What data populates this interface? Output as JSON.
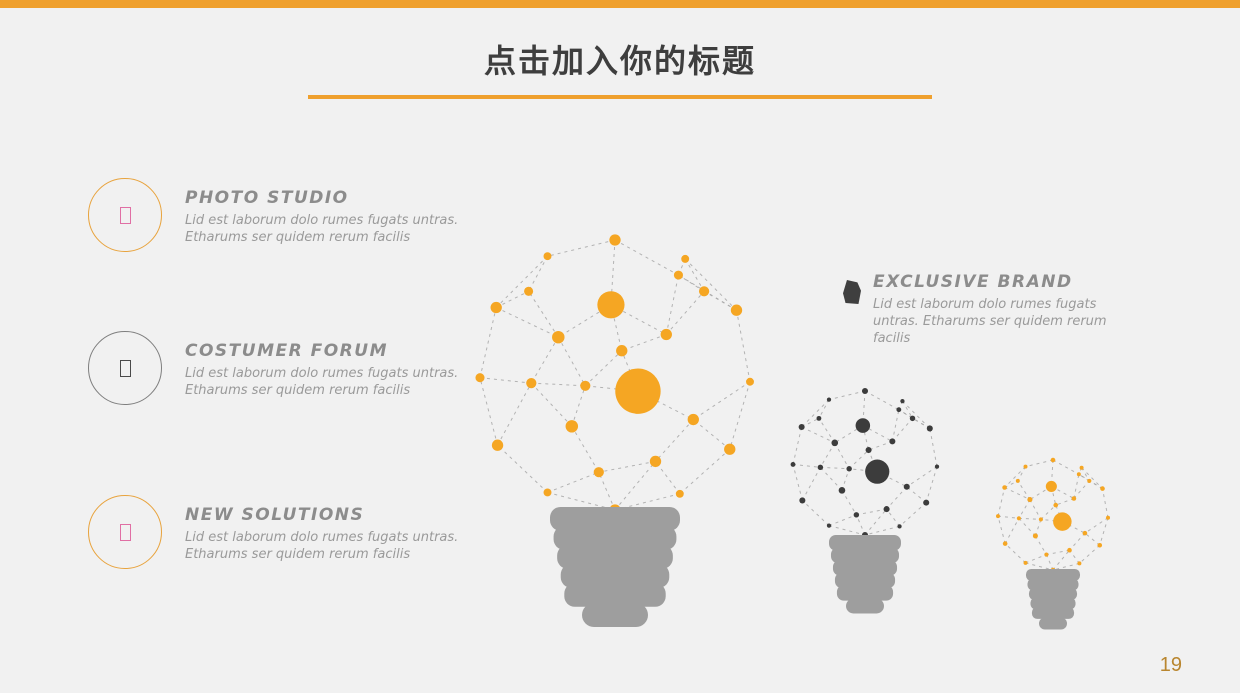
{
  "slide": {
    "title": "点击加入你的标题",
    "page_number": "19"
  },
  "features": [
    {
      "heading": "PHOTO STUDIO",
      "body": "Lid est laborum dolo rumes fugats untras. Etharums ser quidem rerum facilis"
    },
    {
      "heading": "COSTUMER FORUM",
      "body": "Lid est laborum dolo rumes fugats untras. Etharums ser quidem rerum facilis"
    },
    {
      "heading": "NEW SOLUTIONS",
      "body": "Lid est laborum dolo rumes fugats untras. Etharums ser quidem rerum facilis"
    }
  ],
  "brand": {
    "heading": "EXCLUSIVE BRAND",
    "body": "Lid est laborum dolo rumes fugats untras. Etharums ser quidem rerum facilis"
  },
  "colors": {
    "accent_orange": "#F5A623",
    "bar_orange": "#EFA02E",
    "dark_dot": "#3C3C3C",
    "line_gray": "#A8A8A8",
    "base_gray": "#9E9E9E",
    "title_gray": "#3E3E3E",
    "text_gray": "#9A9A9A"
  }
}
